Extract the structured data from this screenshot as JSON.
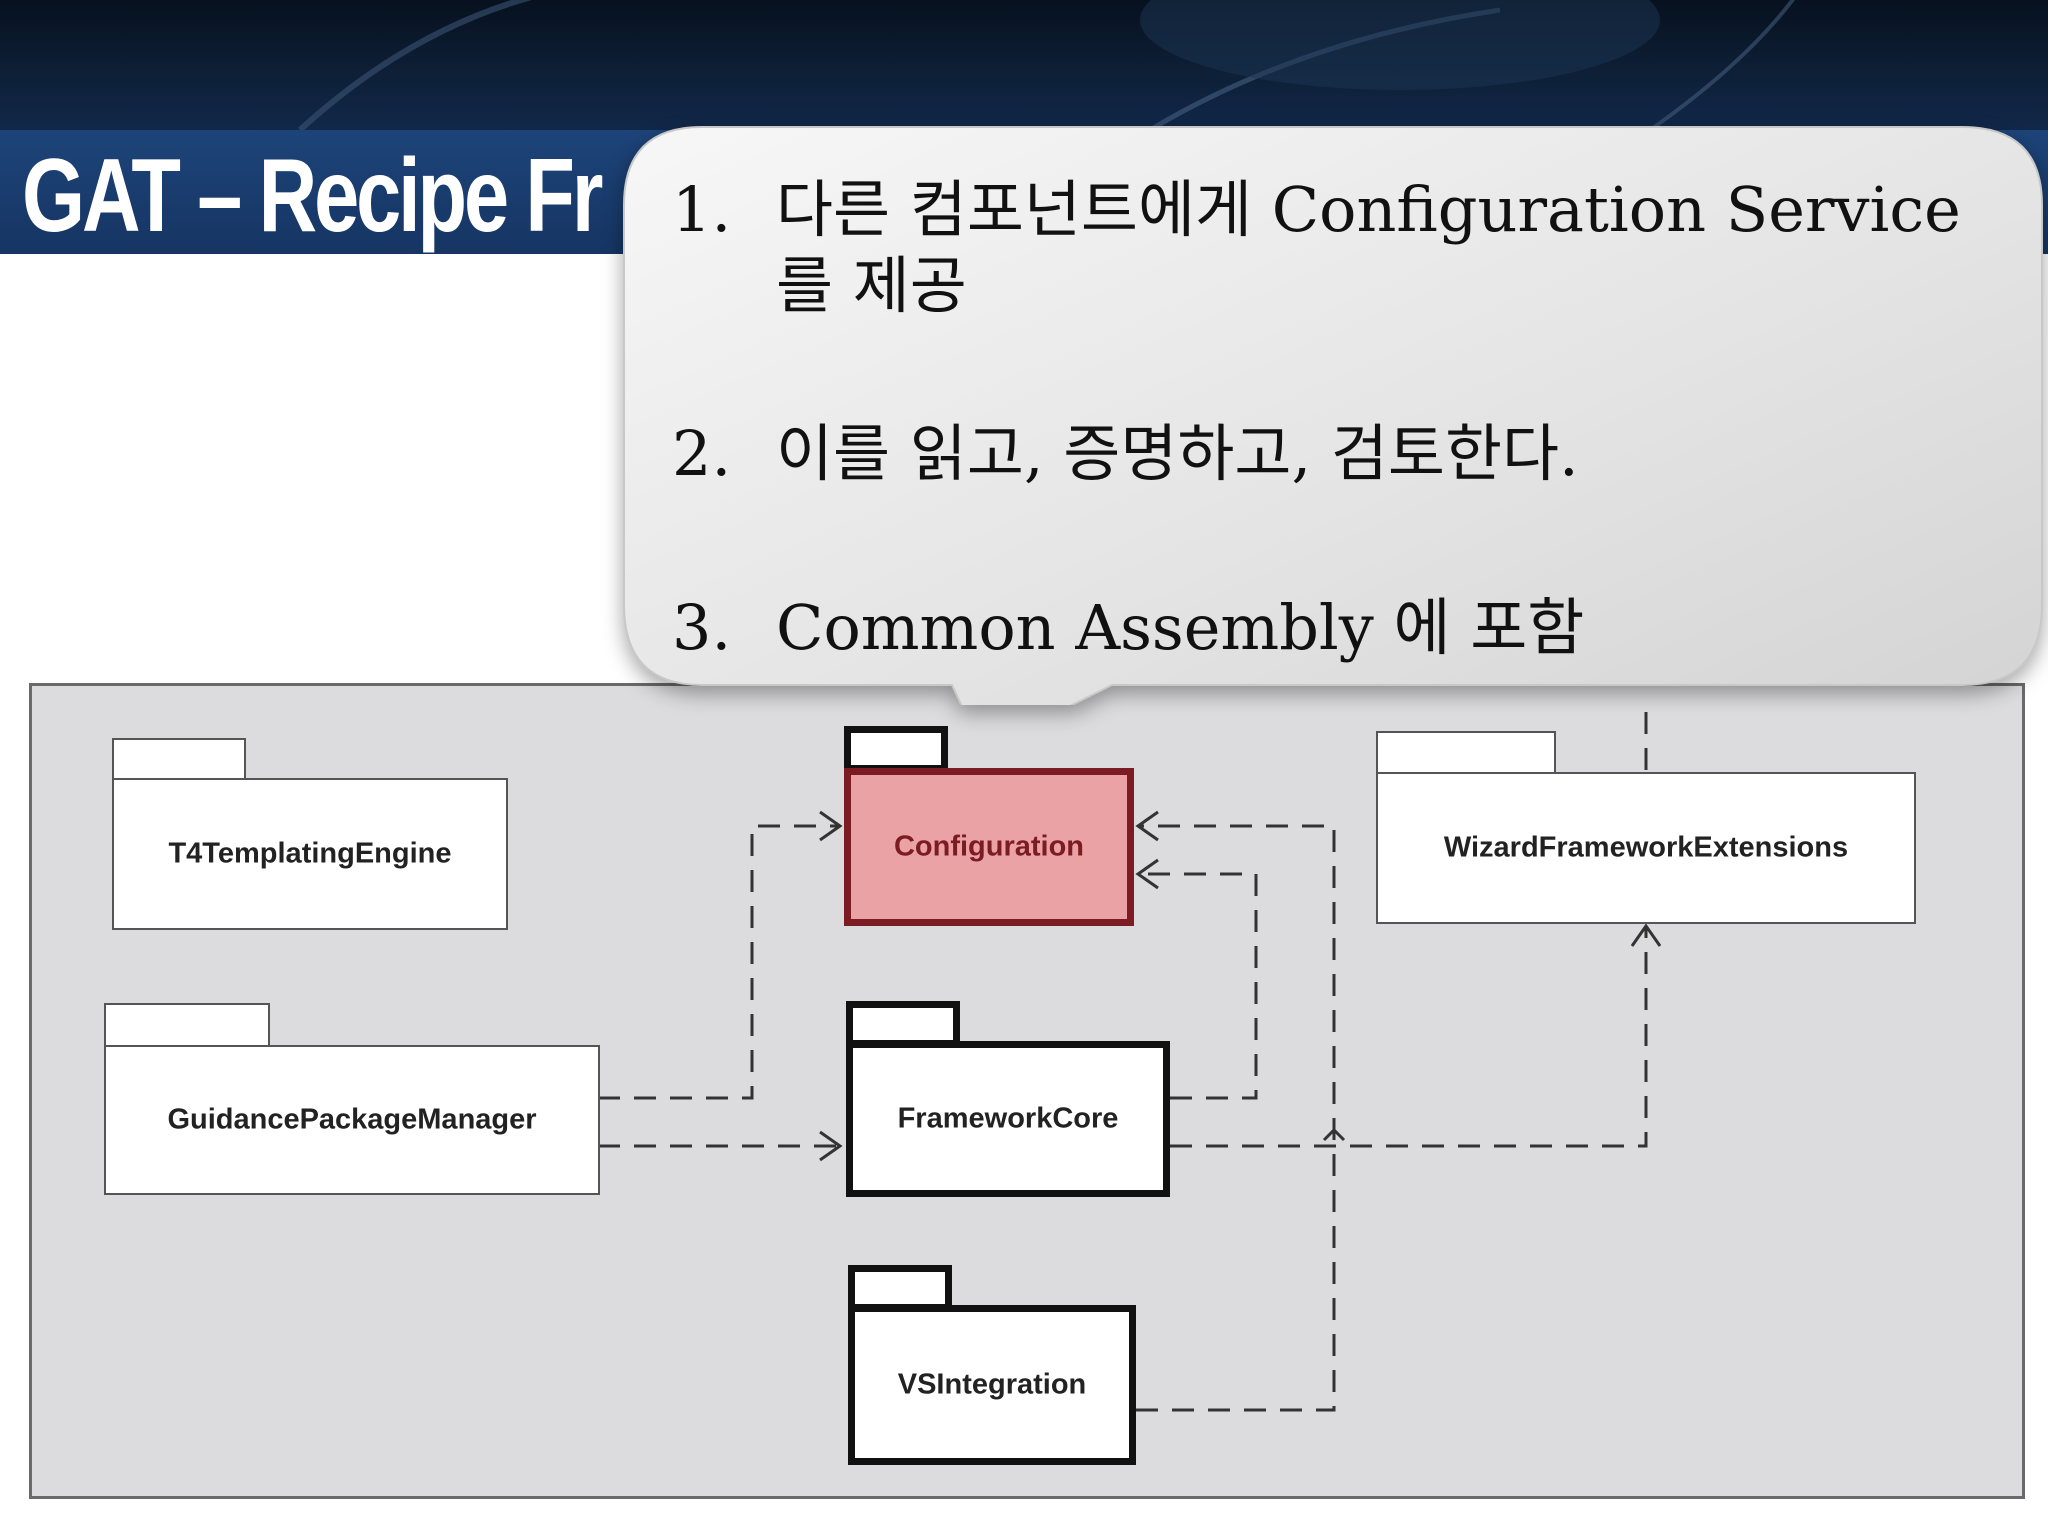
{
  "slide": {
    "title": "GAT – Recipe Fr"
  },
  "callout": {
    "items": [
      {
        "number": "1.",
        "text": "다른 컴포넌트에게 Configuration Service 를 제공"
      },
      {
        "number": "2.",
        "text": "이를 읽고, 증명하고, 검토한다."
      },
      {
        "number": "3.",
        "text": "Common Assembly 에 포함"
      }
    ]
  },
  "diagram": {
    "packages": {
      "t4": "T4TemplatingEngine",
      "guidance": "GuidancePackageManager",
      "configuration": "Configuration",
      "frameworkcore": "FrameworkCore",
      "vsintegration": "VSIntegration",
      "wizard": "WizardFrameworkExtensions"
    }
  },
  "colors": {
    "title_bar": "#1d4479",
    "highlight_fill": "#eaa2a5",
    "highlight_border": "#7a1c22",
    "panel": "#dcdbde"
  }
}
